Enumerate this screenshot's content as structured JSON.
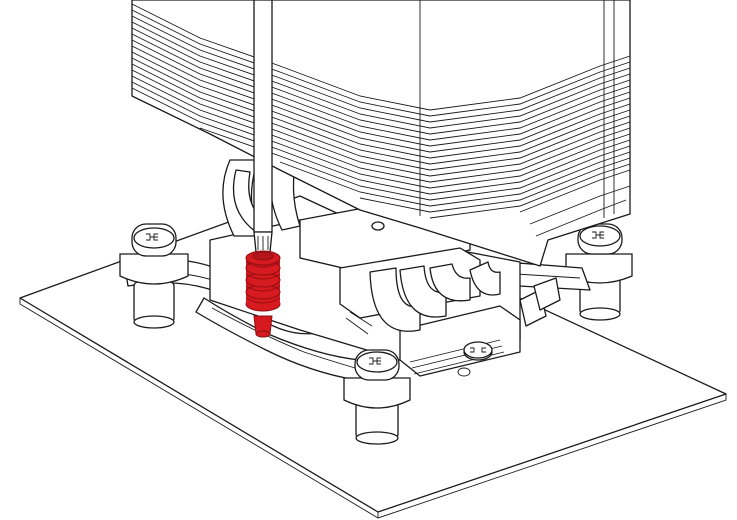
{
  "figure": {
    "kind": "installation-step-illustration",
    "subject": "cpu-tower-cooler-mounting",
    "has_printed_text": false,
    "colors": {
      "line": "#1a1a1a",
      "fill": "#ffffff",
      "highlight": "#d71920",
      "highlight_dark": "#8e0f12"
    },
    "parts": [
      "motherboard-plate",
      "mounting-standoff",
      "mounting-bar",
      "heatsink-fin-stack",
      "heatpipes",
      "cooler-base",
      "screwdriver",
      "spring-loaded-screw"
    ],
    "highlighted_part": "spring-loaded-screw",
    "standoff_count": 4
  }
}
